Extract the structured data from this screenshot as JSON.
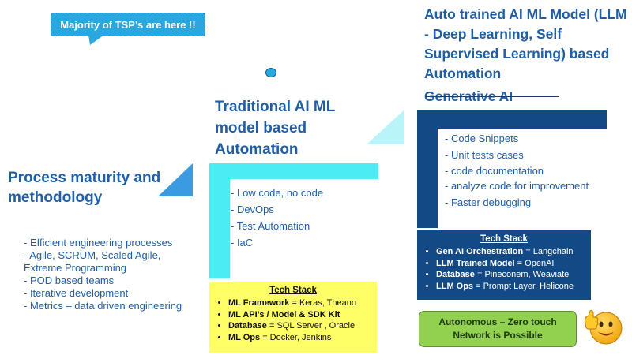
{
  "callout": {
    "text": "Majority of TSP’s are here !!"
  },
  "stages": {
    "process": {
      "title": "Process maturity and methodology",
      "items": [
        "- Efficient engineering processes",
        "- Agile, SCRUM, Scaled Agile, Extreme Programming",
        "- POD based teams",
        "- Iterative development",
        "- Metrics – data driven engineering"
      ]
    },
    "traditional": {
      "title": "Traditional AI ML model based Automation",
      "items": [
        "- Low code, no code",
        "- DevOps",
        "- Test Automation",
        "- IaC"
      ],
      "tech_stack": {
        "title": "Tech Stack",
        "rows": [
          {
            "label": "ML Framework",
            "value": " = Keras, Theano"
          },
          {
            "label": "ML API’s / Model & SDK Kit",
            "value": ""
          },
          {
            "label": "Database",
            "value": " = SQL Server , Oracle"
          },
          {
            "label": "ML Ops",
            "value": " = Docker, Jenkins"
          }
        ]
      }
    },
    "generative": {
      "title": "Auto trained AI ML Model (LLM - Deep Learning, Self Supervised Learning) based Automation",
      "subtitle": "Generative AI",
      "items": [
        "- Code Snippets",
        "- Unit tests cases",
        "- code documentation",
        "- analyze code for improvement",
        "- Faster debugging"
      ],
      "tech_stack": {
        "title": "Tech Stack",
        "rows": [
          {
            "label": "Gen AI Orchestration",
            "value": " = Langchain"
          },
          {
            "label": "LLM Trained Model",
            "value": " = OpenAI"
          },
          {
            "label": "Database",
            "value": " = Pineconem, Weaviate"
          },
          {
            "label": "LLM Ops",
            "value": " = Prompt Layer, Helicone"
          }
        ]
      }
    }
  },
  "autonomous": {
    "text": "Autonomous – Zero touch Network is Possible"
  },
  "icons": {
    "emoji": "thumbs-up-smiley-icon"
  },
  "colors": {
    "heading": "#1f5ea8",
    "callout": "#29a8e0",
    "cyan_bar": "#4cecf4",
    "navy_bar": "#134a86",
    "yellow_box": "#fefe66",
    "green_box": "#92d050"
  }
}
